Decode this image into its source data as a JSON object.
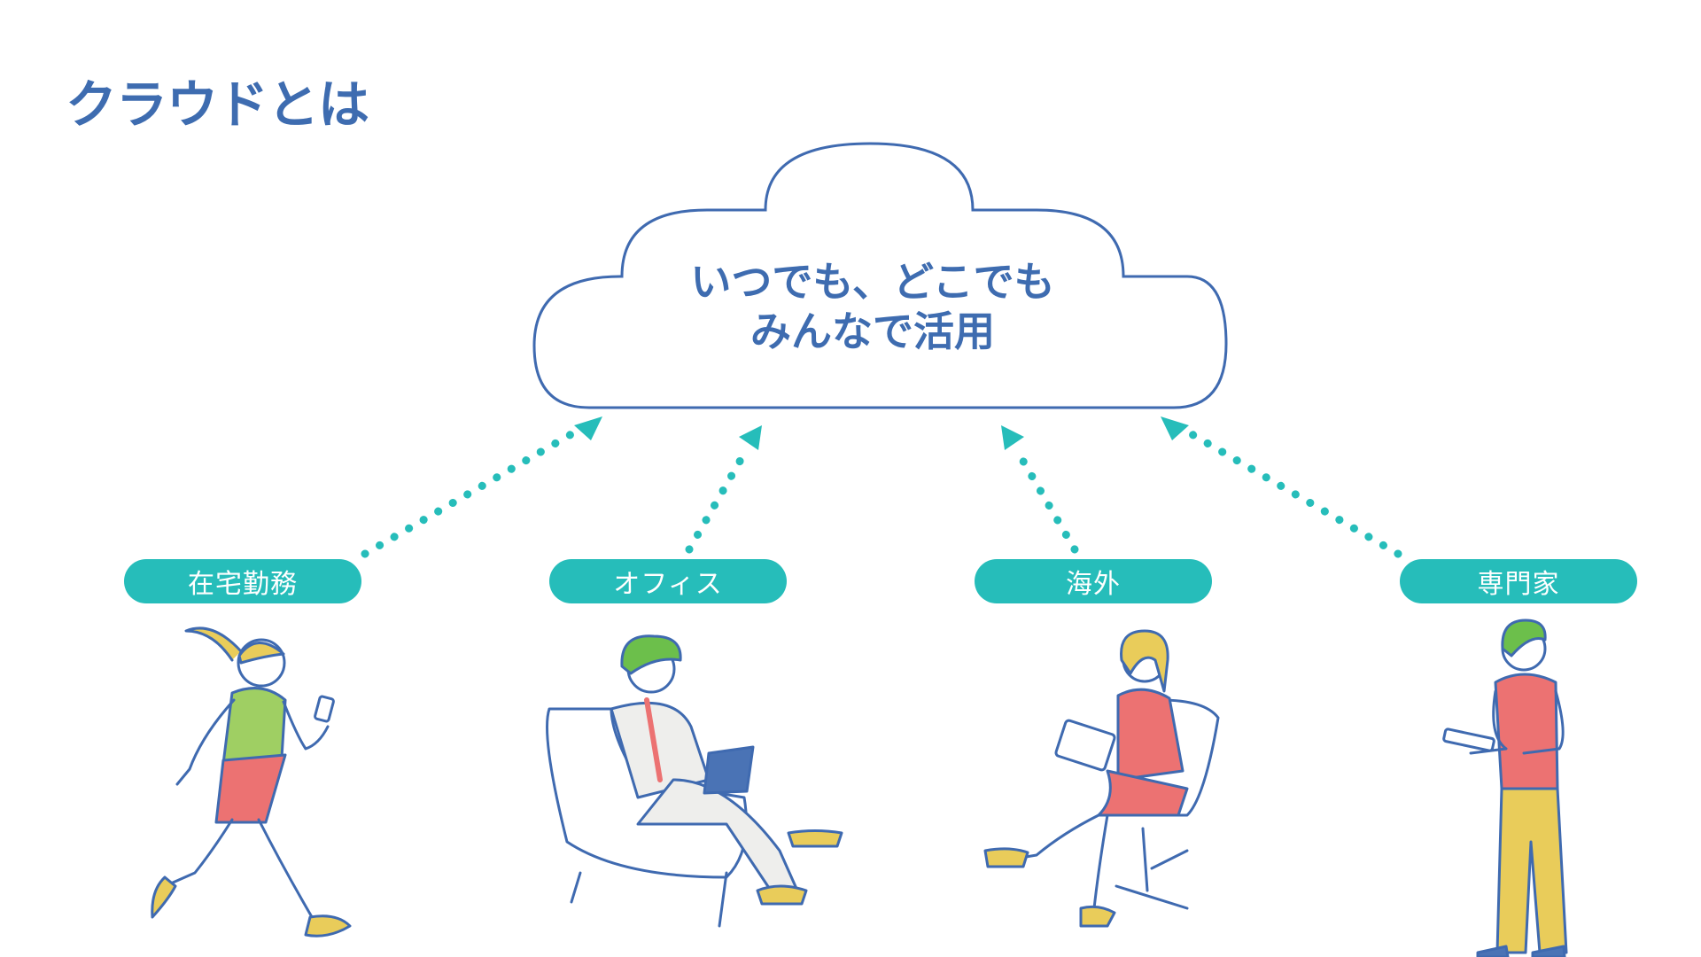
{
  "slide": {
    "title": "クラウドとは",
    "cloud_text": {
      "line1": "いつでも、どこでも",
      "line2": "みんなで活用"
    }
  },
  "labels": [
    {
      "id": "remote",
      "text": "在宅勤務"
    },
    {
      "id": "office",
      "text": "オフィス"
    },
    {
      "id": "overseas",
      "text": "海外"
    },
    {
      "id": "expert",
      "text": "専門家"
    }
  ],
  "colors": {
    "title_blue": "#3e6cb0",
    "outline": "#3f6ab0",
    "teal": "#26bdba",
    "green_shirt": "#9fcf63",
    "coral": "#ec7272",
    "yellow": "#e9cc5a",
    "hair_green": "#6cbf4b",
    "suit_gray": "#eeeeec",
    "laptop_blue": "#4a73b5"
  },
  "icons": [
    "cloud-icon",
    "arrow-up-icon"
  ]
}
